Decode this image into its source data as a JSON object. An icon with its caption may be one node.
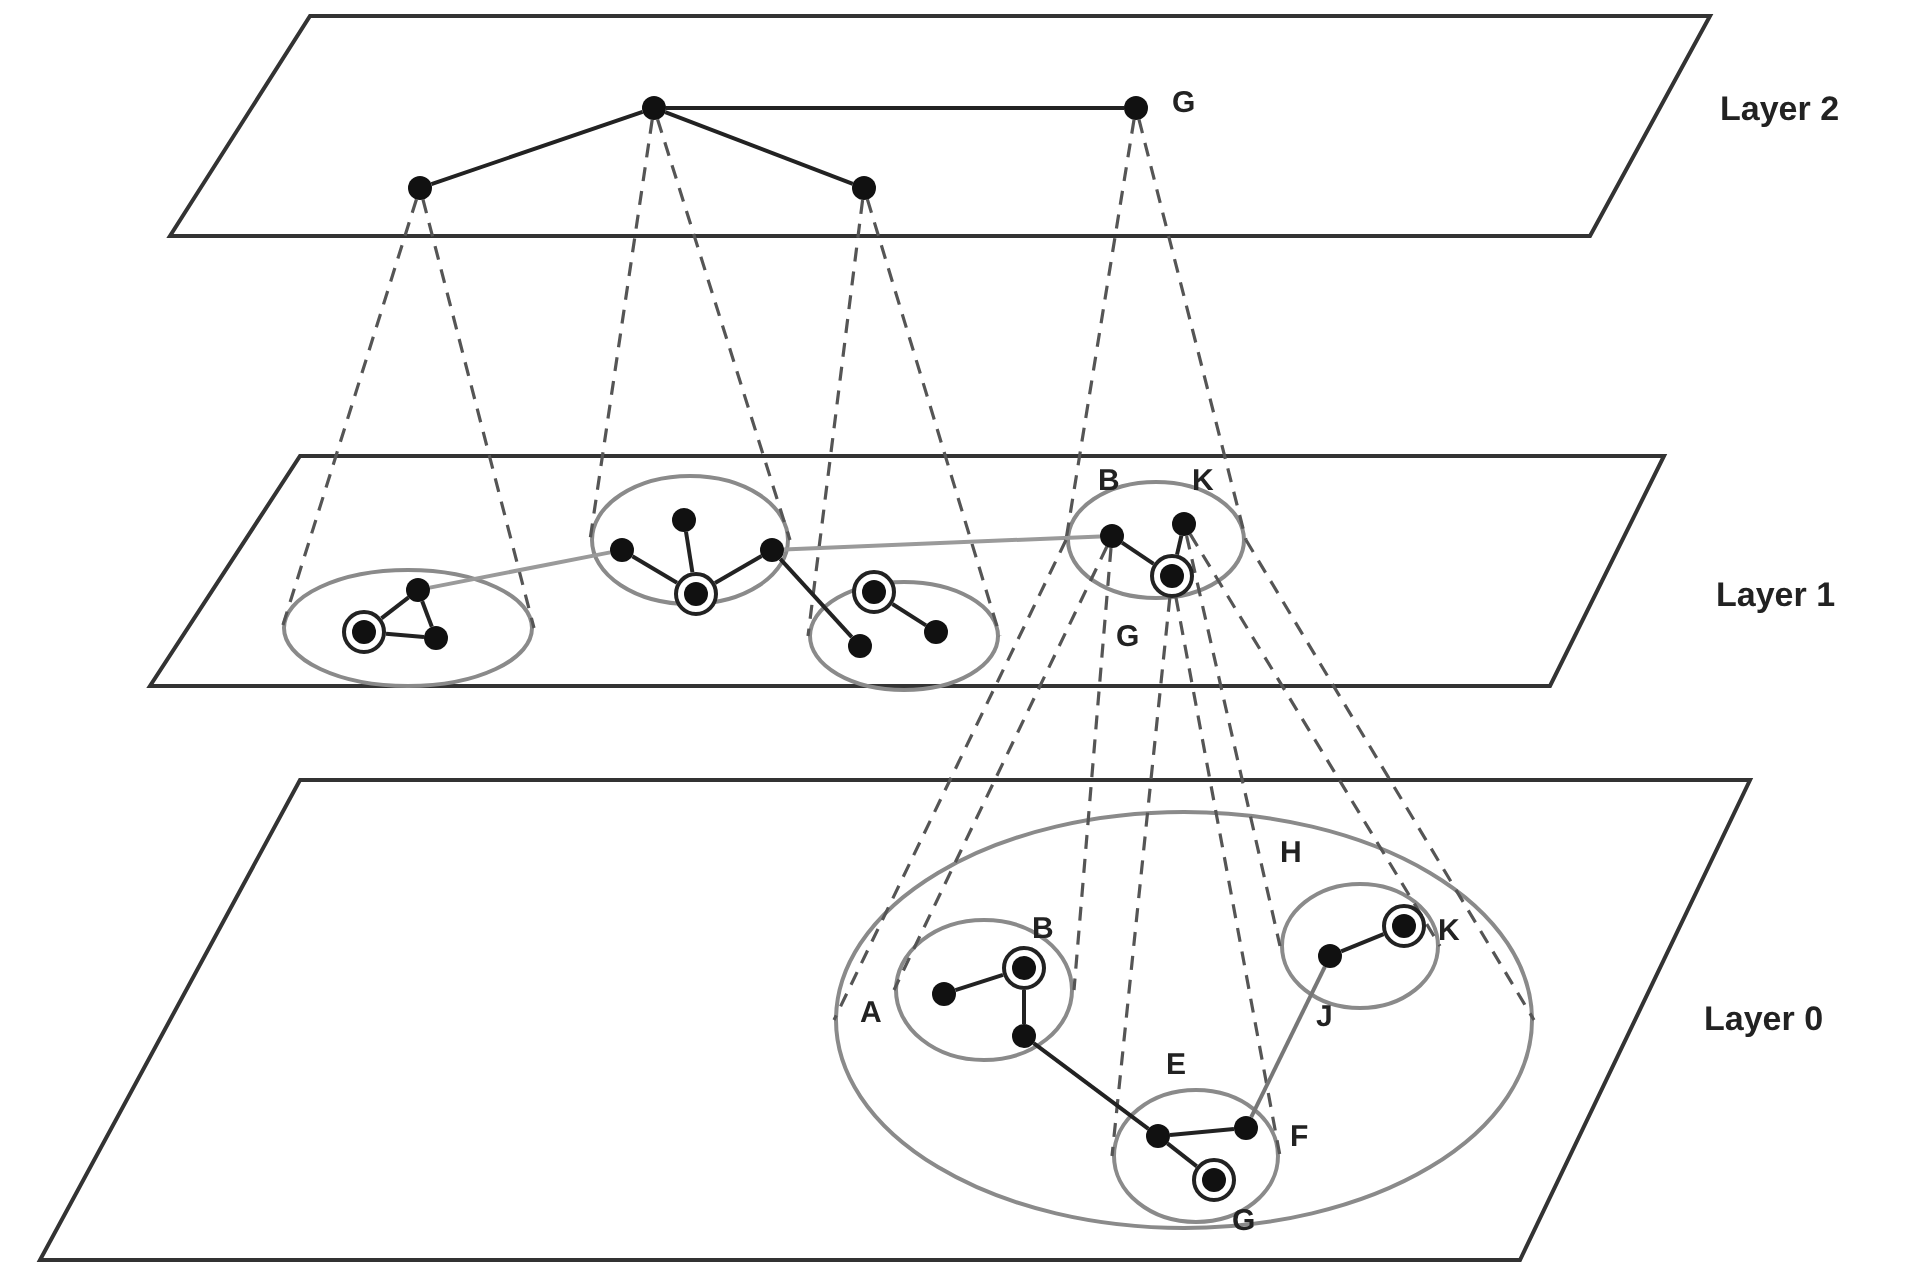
{
  "diagram": {
    "nodes": [
      {
        "text": [
          "Layer 2"
        ]
      },
      {
        "text": [
          "Layer 1"
        ]
      },
      {
        "text": [
          "Layer 0"
        ]
      },
      {
        "text": [],
        "shape": "circle",
        "in": 0
      },
      {
        "text": [],
        "shape": "circle",
        "in": 0
      },
      {
        "text": [],
        "shape": "circle",
        "in": 0
      },
      {
        "text": [],
        "shape": "circle",
        "in": 0,
        "beside": [
          "G"
        ]
      },
      {
        "text": [],
        "shape": "ellipse",
        "in": 1
      },
      {
        "text": [],
        "shape": "ring",
        "in": 7
      },
      {
        "text": [],
        "shape": "circle",
        "in": 7
      },
      {
        "text": [],
        "shape": "circle",
        "in": 7
      },
      {
        "text": [],
        "shape": "ellipse",
        "in": 1
      },
      {
        "text": [],
        "shape": "circle",
        "in": 11
      },
      {
        "text": [],
        "shape": "circle",
        "in": 11
      },
      {
        "text": [],
        "shape": "ring",
        "in": 11
      },
      {
        "text": [],
        "shape": "circle",
        "in": 11
      },
      {
        "text": [],
        "shape": "ellipse",
        "in": 1
      },
      {
        "text": [],
        "shape": "ring",
        "in": 16
      },
      {
        "text": [],
        "shape": "circle",
        "in": 16
      },
      {
        "text": [],
        "shape": "circle",
        "in": 16
      },
      {
        "text": [],
        "shape": "ellipse",
        "in": 1
      },
      {
        "text": [],
        "shape": "circle",
        "in": 20,
        "beside": [
          "B"
        ]
      },
      {
        "text": [],
        "shape": "circle",
        "in": 20,
        "beside": [
          "K"
        ]
      },
      {
        "text": [],
        "shape": "ring",
        "in": 20,
        "beside": [
          "G"
        ]
      },
      {
        "text": [],
        "shape": "ellipse",
        "in": 2
      },
      {
        "text": [],
        "shape": "ellipse",
        "in": 24
      },
      {
        "text": [],
        "shape": "circle",
        "in": 25,
        "beside": [
          "A"
        ]
      },
      {
        "text": [],
        "shape": "ring",
        "in": 25,
        "beside": [
          "B"
        ]
      },
      {
        "text": [],
        "shape": "circle",
        "in": 25
      },
      {
        "text": [],
        "shape": "ellipse",
        "in": 24,
        "beside": [
          "H"
        ]
      },
      {
        "text": [],
        "shape": "circle",
        "in": 29,
        "beside": [
          "J"
        ]
      },
      {
        "text": [],
        "shape": "ring",
        "in": 29,
        "beside": [
          "K"
        ]
      },
      {
        "text": [],
        "shape": "ellipse",
        "in": 24,
        "beside": [
          "E"
        ]
      },
      {
        "text": [],
        "shape": "circle",
        "in": 32
      },
      {
        "text": [],
        "shape": "circle",
        "in": 32,
        "beside": [
          "F"
        ]
      },
      {
        "text": [],
        "shape": "ring",
        "in": 32,
        "beside": [
          "G"
        ]
      }
    ],
    "edges": [
      {
        "from": 3,
        "to": 4,
        "arrow": "none"
      },
      {
        "from": 4,
        "to": 5,
        "arrow": "none"
      },
      {
        "from": 4,
        "to": 6,
        "arrow": "none"
      },
      {
        "from": 3,
        "to": 7,
        "arrow": "none",
        "style": "dashed"
      },
      {
        "from": 3,
        "to": 7,
        "arrow": "none",
        "style": "dashed"
      },
      {
        "from": 4,
        "to": 11,
        "arrow": "none",
        "style": "dashed"
      },
      {
        "from": 4,
        "to": 11,
        "arrow": "none",
        "style": "dashed"
      },
      {
        "from": 5,
        "to": 16,
        "arrow": "none",
        "style": "dashed"
      },
      {
        "from": 5,
        "to": 16,
        "arrow": "none",
        "style": "dashed"
      },
      {
        "from": 6,
        "to": 20,
        "arrow": "none",
        "style": "dashed"
      },
      {
        "from": 6,
        "to": 20,
        "arrow": "none",
        "style": "dashed"
      },
      {
        "from": 8,
        "to": 9,
        "arrow": "none"
      },
      {
        "from": 9,
        "to": 10,
        "arrow": "none"
      },
      {
        "from": 8,
        "to": 10,
        "arrow": "none"
      },
      {
        "from": 9,
        "to": 12,
        "arrow": "none",
        "color": "#9a9a9a"
      },
      {
        "from": 12,
        "to": 14,
        "arrow": "none"
      },
      {
        "from": 13,
        "to": 14,
        "arrow": "none"
      },
      {
        "from": 14,
        "to": 15,
        "arrow": "none"
      },
      {
        "from": 15,
        "to": 18,
        "arrow": "none"
      },
      {
        "from": 15,
        "to": 21,
        "arrow": "none",
        "color": "#9a9a9a"
      },
      {
        "from": 17,
        "to": 19,
        "arrow": "none"
      },
      {
        "from": 21,
        "to": 23,
        "arrow": "none"
      },
      {
        "from": 22,
        "to": 23,
        "arrow": "none"
      },
      {
        "from": 20,
        "to": 24,
        "arrow": "none",
        "style": "dashed"
      },
      {
        "from": 20,
        "to": 24,
        "arrow": "none",
        "style": "dashed"
      },
      {
        "from": 21,
        "to": 25,
        "arrow": "none",
        "style": "dashed"
      },
      {
        "from": 21,
        "to": 25,
        "arrow": "none",
        "style": "dashed"
      },
      {
        "from": 22,
        "to": 29,
        "arrow": "none",
        "style": "dashed"
      },
      {
        "from": 22,
        "to": 29,
        "arrow": "none",
        "style": "dashed"
      },
      {
        "from": 23,
        "to": 32,
        "arrow": "none",
        "style": "dashed"
      },
      {
        "from": 23,
        "to": 32,
        "arrow": "none",
        "style": "dashed"
      },
      {
        "from": 26,
        "to": 27,
        "arrow": "none"
      },
      {
        "from": 27,
        "to": 28,
        "arrow": "none"
      },
      {
        "from": 28,
        "to": 33,
        "arrow": "none"
      },
      {
        "from": 30,
        "to": 31,
        "arrow": "none"
      },
      {
        "from": 33,
        "to": 34,
        "arrow": "none"
      },
      {
        "from": 33,
        "to": 35,
        "arrow": "none"
      },
      {
        "from": 34,
        "to": 30,
        "arrow": "none",
        "color": "#777777"
      }
    ]
  }
}
